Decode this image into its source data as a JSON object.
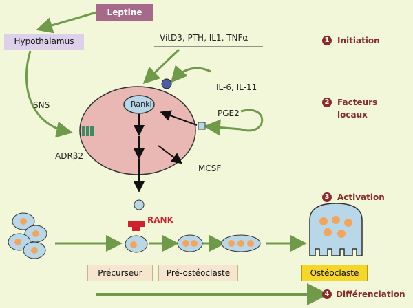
{
  "nodes": {
    "leptine": "Leptine",
    "hypothalamus": "Hypothalamus",
    "sns": "SNS",
    "factors_top": "VitD3, PTH, IL1, TNFα",
    "il": "IL-6, IL-11",
    "rankl": "Rankl",
    "pge2": "PGE2",
    "adr": "ADRβ2",
    "mcsf": "MCSF",
    "rank": "RANK"
  },
  "steps": [
    {
      "num": "1",
      "label": "Initiation"
    },
    {
      "num": "2",
      "label": "Facteurs locaux"
    },
    {
      "num": "3",
      "label": "Activation"
    },
    {
      "num": "4",
      "label": "Différenciation"
    }
  ],
  "stages": {
    "precurseur": "Précurseur",
    "preosteoclaste": "Pré-ostéoclaste",
    "osteoclaste": "Ostéoclaste"
  },
  "colors": {
    "arrow_green": "#6f9a4a",
    "cell_pink": "#e9b8b5",
    "cell_blue": "#b8d8ea",
    "nucleus_orange": "#f5a55a",
    "rank_red": "#d3202d",
    "step_red": "#8a2b2b"
  }
}
